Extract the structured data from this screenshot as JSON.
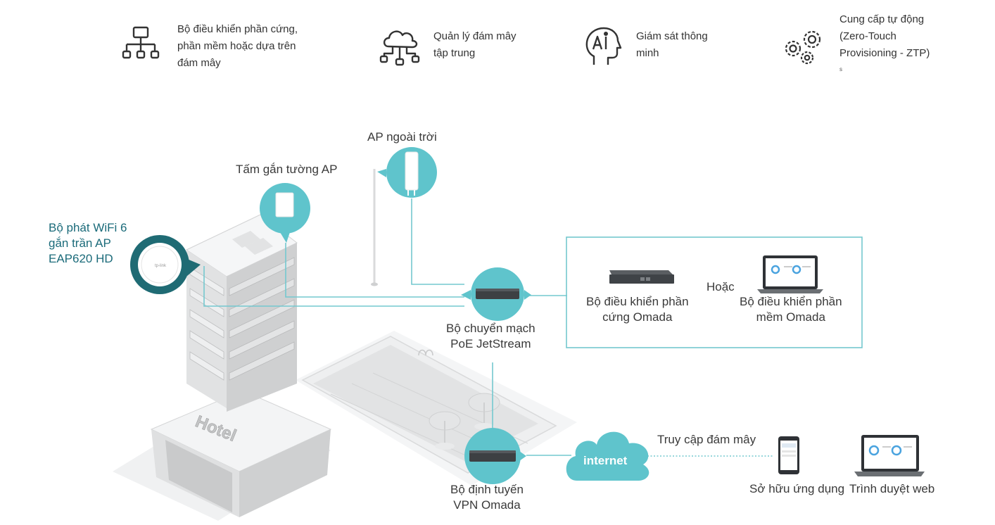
{
  "features": [
    {
      "icon": "network-hierarchy-icon",
      "text_lines": [
        "Bộ điều khiển phần cứng,",
        "phần mềm hoặc dựa trên",
        "đám mây"
      ]
    },
    {
      "icon": "cloud-network-icon",
      "text_lines": [
        "Quản lý đám mây",
        "tập trung"
      ]
    },
    {
      "icon": "ai-head-icon",
      "text_lines": [
        "Giám sát thông",
        "minh"
      ]
    },
    {
      "icon": "gears-icon",
      "text_lines": [
        "Cung cấp tự động",
        "(Zero-Touch",
        "Provisioning - ZTP)"
      ],
      "note": "s"
    }
  ],
  "diagram": {
    "outdoor_ap": "AP ngoài trời",
    "wall_ap": "Tấm gắn tường AP",
    "ceiling_ap": [
      "Bộ phát WiFi 6",
      "gắn trần AP",
      "EAP620 HD"
    ],
    "switch": [
      "Bộ chuyển mạch",
      "PoE JetStream"
    ],
    "or": "Hoặc",
    "hw_controller": [
      "Bộ điều khiển phần",
      "cứng Omada"
    ],
    "sw_controller": [
      "Bộ điều khiển phần",
      "mềm Omada"
    ],
    "router": [
      "Bộ định tuyến",
      "VPN Omada"
    ],
    "internet": "internet",
    "cloud_access": "Truy cập đám mây",
    "app": "Sở hữu ứng dụng",
    "browser": "Trình duyệt web",
    "hotel_sign": "Hotel"
  },
  "colors": {
    "teal": "#5fc4cc",
    "dark_teal": "#1f6b74",
    "line": "#74c8cf",
    "building": "#e9eaeb"
  }
}
